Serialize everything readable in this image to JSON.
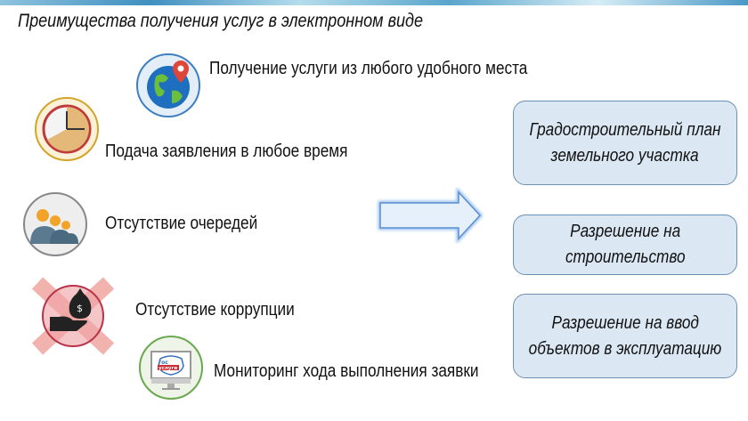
{
  "title": "Преимущества получения услуг в электронном виде",
  "benefits": [
    {
      "icon": "globe-pin-icon",
      "label": "Получение услуги из любого удобного места"
    },
    {
      "icon": "clock-icon",
      "label": "Подача заявления в любое время"
    },
    {
      "icon": "people-icon",
      "label": "Отсутствие очередей"
    },
    {
      "icon": "no-bribe-icon",
      "label": "Отсутствие коррупции"
    },
    {
      "icon": "gosuslugi-monitor-icon",
      "label": "Мониторинг хода выполнения заявки",
      "logo_text": "гос услуги"
    }
  ],
  "services": [
    {
      "line1": "Градостроительный план",
      "line2": "земельного участка"
    },
    {
      "line1": "Разрешение на",
      "line2": "строительство"
    },
    {
      "line1": "Разрешение на ввод",
      "line2": "объектов в эксплуатацию"
    }
  ],
  "colors": {
    "box_fill": "#dbe8f4",
    "box_border": "#6d8fb0",
    "arrow_fill": "#dceaf7",
    "arrow_border": "#5b8fd0"
  }
}
